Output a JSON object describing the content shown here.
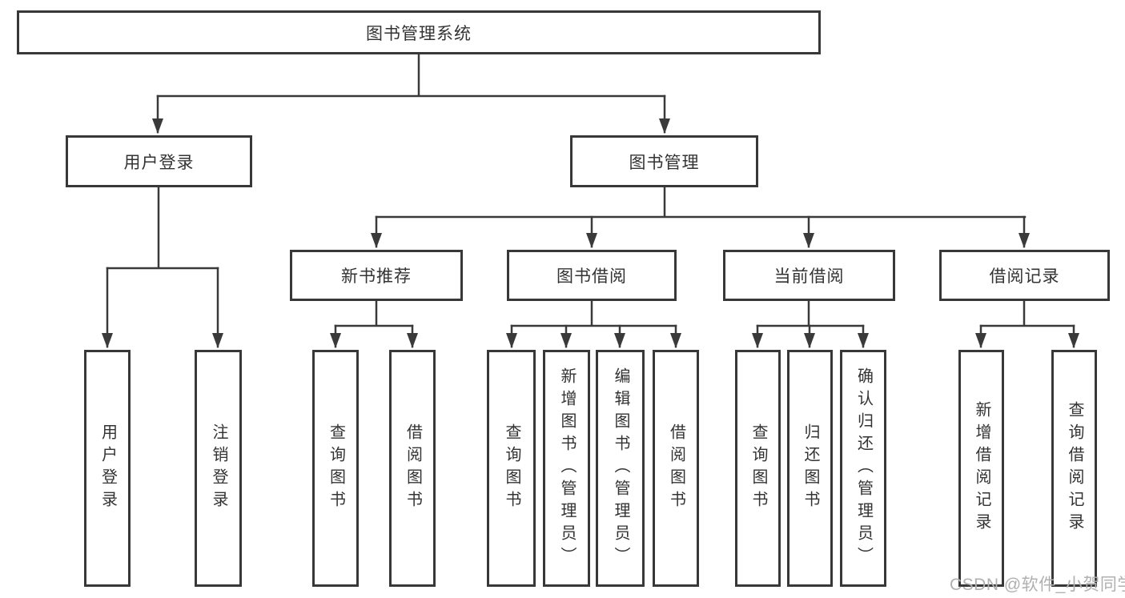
{
  "tree": {
    "root": {
      "label": "图书管理系统",
      "children": [
        {
          "label": "用户登录",
          "children": [
            {
              "label": "用户登录"
            },
            {
              "label": "注销登录"
            }
          ]
        },
        {
          "label": "图书管理",
          "children": [
            {
              "label": "新书推荐",
              "children": [
                {
                  "label": "查询图书"
                },
                {
                  "label": "借阅图书"
                }
              ]
            },
            {
              "label": "图书借阅",
              "children": [
                {
                  "label": "查询图书"
                },
                {
                  "label": "新增图书（管理员）"
                },
                {
                  "label": "编辑图书（管理员）"
                },
                {
                  "label": "借阅图书"
                }
              ]
            },
            {
              "label": "当前借阅",
              "children": [
                {
                  "label": "查询图书"
                },
                {
                  "label": "归还图书"
                },
                {
                  "label": "确认归还（管理员）"
                }
              ]
            },
            {
              "label": "借阅记录",
              "children": [
                {
                  "label": "新增借阅记录"
                },
                {
                  "label": "查询借阅记录"
                }
              ]
            }
          ]
        }
      ]
    }
  },
  "watermark": "CSDN @软件_小贺同学",
  "colors": {
    "line": "#3a3a3a",
    "box_border": "#383838",
    "text": "#333333",
    "watermark": "#b0b0b0",
    "background": "#ffffff"
  }
}
